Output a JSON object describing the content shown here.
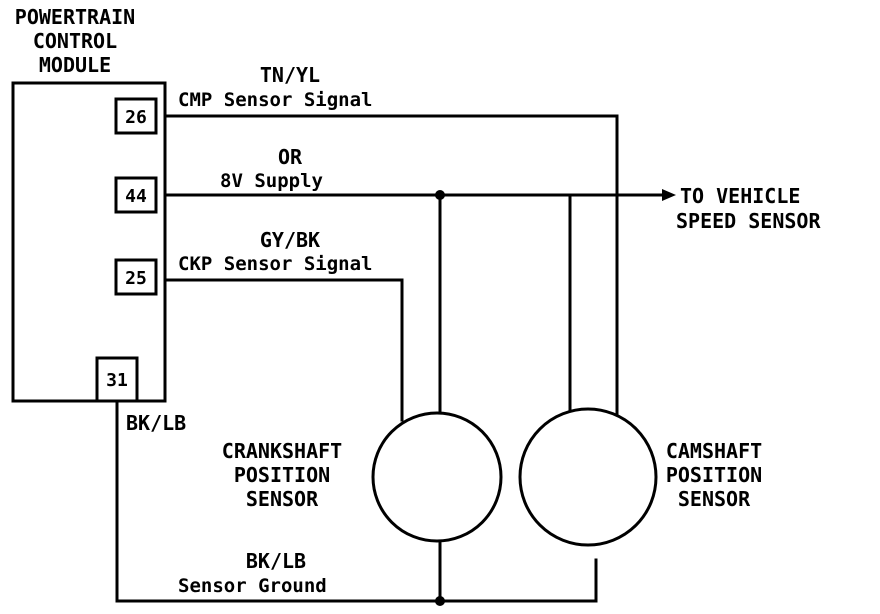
{
  "module": {
    "title_line1": "POWERTRAIN",
    "title_line2": "CONTROL",
    "title_line3": "MODULE",
    "pins": [
      "26",
      "44",
      "25",
      "31"
    ]
  },
  "circuits": {
    "cmp": {
      "color": "TN/YL",
      "signal": "CMP Sensor Signal"
    },
    "supply": {
      "color": "OR",
      "signal": "8V Supply"
    },
    "ckp": {
      "color": "GY/BK",
      "signal": "CKP Sensor Signal"
    },
    "ground_color_pin": "BK/LB",
    "ground": {
      "color": "BK/LB",
      "signal": "Sensor Ground"
    }
  },
  "vss": {
    "line1": "TO VEHICLE",
    "line2": "SPEED SENSOR"
  },
  "crank_sensor": {
    "line1": "CRANKSHAFT",
    "line2": "POSITION",
    "line3": "SENSOR"
  },
  "cam_sensor": {
    "line1": "CAMSHAFT",
    "line2": "POSITION",
    "line3": "SENSOR"
  }
}
